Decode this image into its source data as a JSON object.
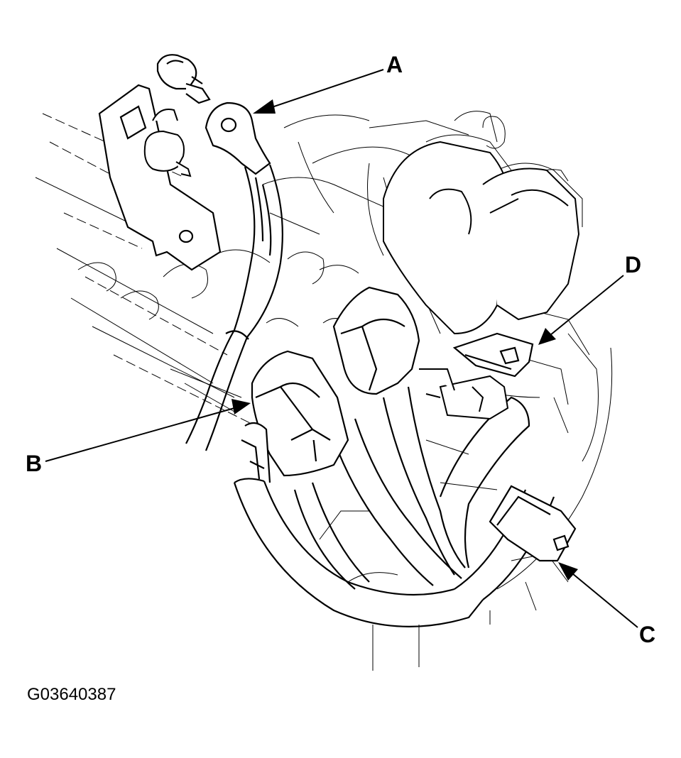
{
  "callouts": {
    "a": "A",
    "b": "B",
    "c": "C",
    "d": "D"
  },
  "figure_id": "G03640387",
  "colors": {
    "line": "#000000",
    "background": "#ffffff"
  }
}
